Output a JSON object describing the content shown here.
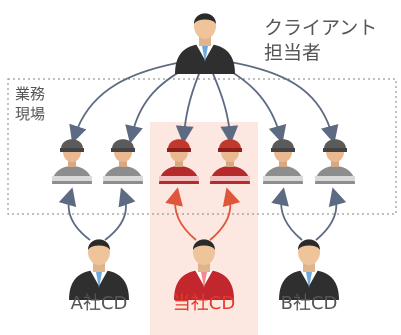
{
  "client_label": [
    "クライアント",
    "担当者"
  ],
  "field_label": [
    "業務",
    "現場"
  ],
  "cd_labels": {
    "a": "A社CD",
    "ours": "当社CD",
    "b": "B社CD"
  },
  "colors": {
    "gray_arrow": "#5d6b82",
    "red_arrow": "#e0563a",
    "highlight": "#fde7e1",
    "text_gray": "#555555",
    "text_red": "#e53a2a",
    "dotted_border": "#999999"
  },
  "icons": {
    "client": "businessperson-icon",
    "workers": "worker-cap-icon",
    "cds": "businessperson-icon"
  }
}
